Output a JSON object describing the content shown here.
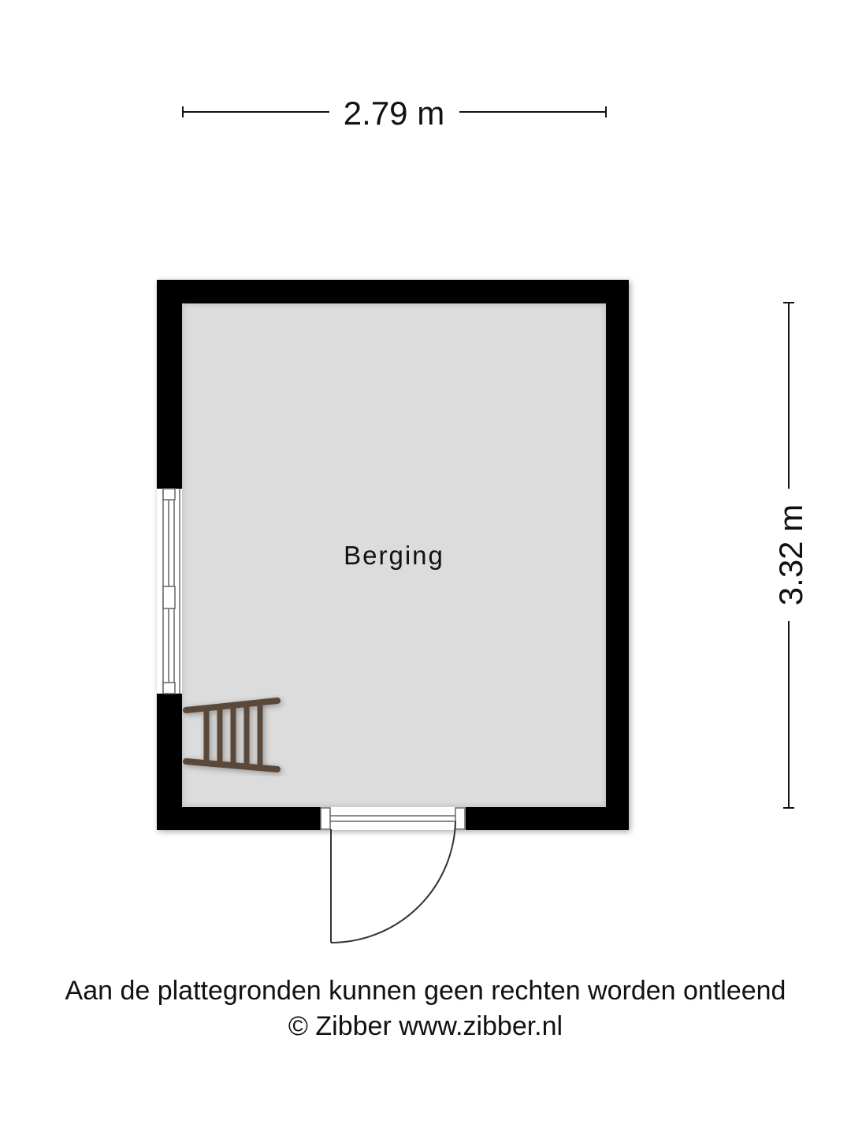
{
  "dimensions": {
    "width_label": "2.79 m",
    "height_label": "3.32 m"
  },
  "rooms": [
    {
      "name": "Berging"
    }
  ],
  "footer": {
    "disclaimer": "Aan de plattegronden kunnen geen rechten worden ontleend",
    "credit": "© Zibber www.zibber.nl"
  },
  "colors": {
    "wall": "#000000",
    "floor": "#dcdcdc",
    "ladder": "#5a4a3a"
  },
  "furniture": [
    {
      "name": "ladder"
    }
  ]
}
